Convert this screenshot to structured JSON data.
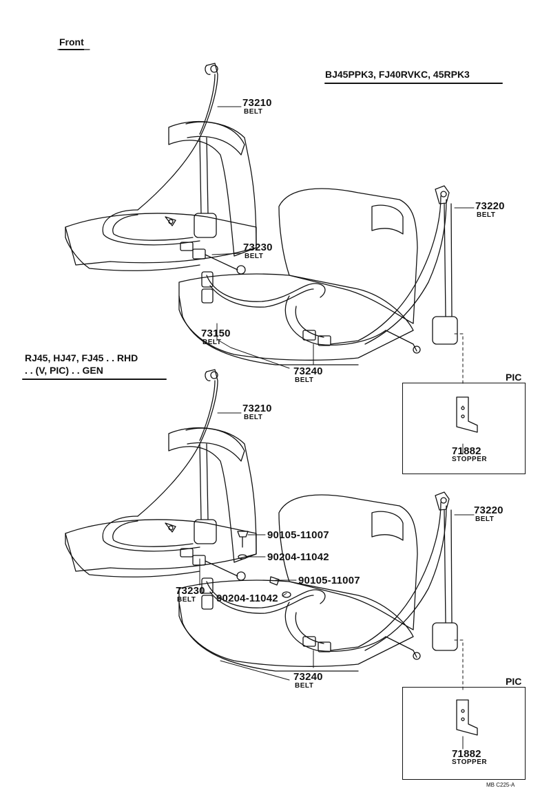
{
  "front_label": "Front",
  "top_section": {
    "model_header": "BJ45PPK3, FJ40RVKC, 45RPK3",
    "parts": [
      {
        "number": "73210",
        "name": "BELT"
      },
      {
        "number": "73220",
        "name": "BELT"
      },
      {
        "number": "73230",
        "name": "BELT"
      },
      {
        "number": "73150",
        "name": "BELT"
      },
      {
        "number": "73240",
        "name": "BELT"
      }
    ],
    "pic_box": {
      "title": "PIC",
      "number": "71882",
      "name": "STOPPER"
    }
  },
  "bottom_section": {
    "model_header_line1": "RJ45, HJ47, FJ45 . . RHD",
    "model_header_line2": ". . (V, PIC) . . GEN",
    "parts": [
      {
        "number": "73210",
        "name": "BELT"
      },
      {
        "number": "73220",
        "name": "BELT"
      },
      {
        "number": "73230",
        "name": "BELT"
      },
      {
        "number": "73240",
        "name": "BELT"
      }
    ],
    "hardware": [
      "90105-11007",
      "90204-11042",
      "90105-11007",
      "90204-11042"
    ],
    "pic_box": {
      "title": "PIC",
      "number": "71882",
      "name": "STOPPER"
    }
  },
  "footer_code": "MB  C225-A"
}
